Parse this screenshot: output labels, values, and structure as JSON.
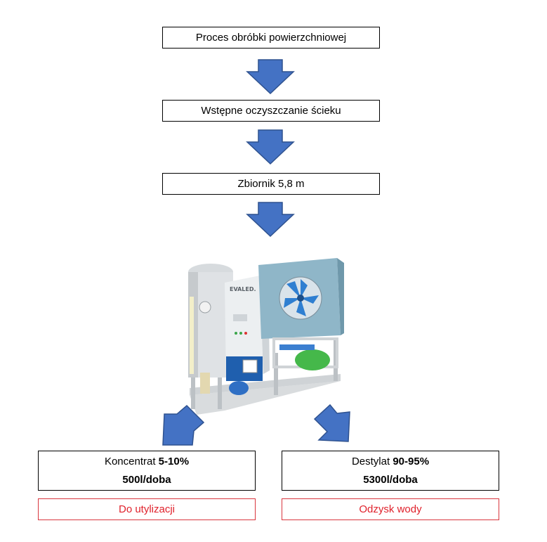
{
  "steps": [
    {
      "label": "Proces obróbki powierzchniowej"
    },
    {
      "label": "Wstępne oczyszczanie ścieku"
    },
    {
      "label": "Zbiornik 5,8 m"
    }
  ],
  "machine": {
    "brand": "EVALED."
  },
  "outputs": [
    {
      "name": "Koncentrat",
      "percent": "5-10%",
      "flow": "500l/doba",
      "destination": "Do utylizacji"
    },
    {
      "name": "Destylat",
      "percent": "90-95%",
      "flow": "5300l/doba",
      "destination": "Odzysk wody"
    }
  ],
  "colors": {
    "arrow": "#4472c4",
    "arrow_stroke": "#2f528f",
    "destination_text": "#e0212b",
    "destination_border": "#d9363e"
  }
}
